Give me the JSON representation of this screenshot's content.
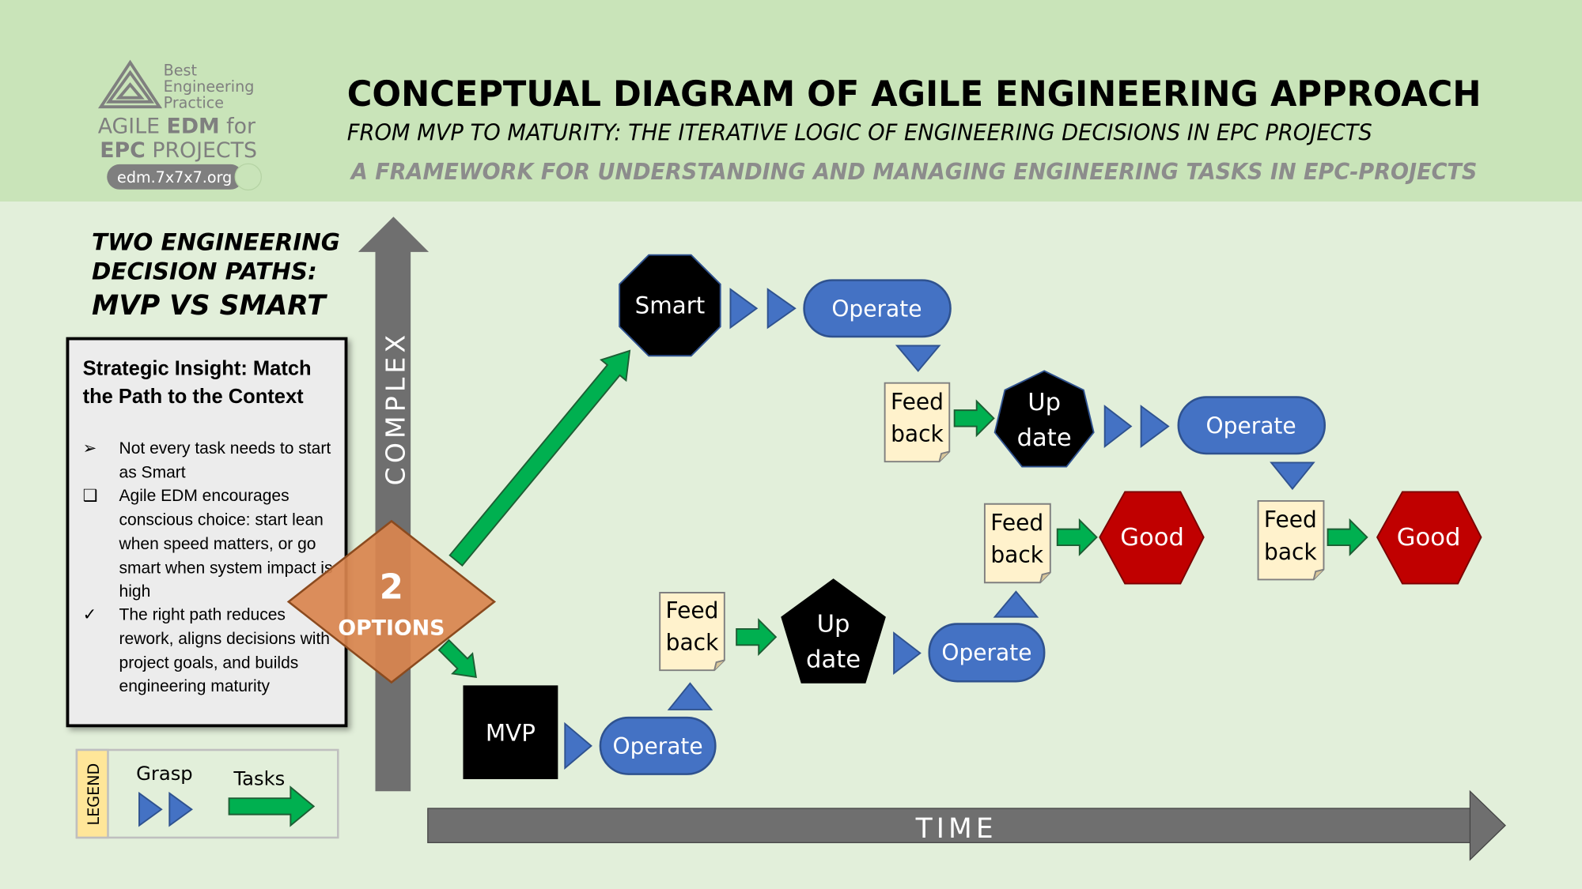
{
  "logo": {
    "line1": "Best",
    "line2": "Engineering",
    "line3": "Practice",
    "agile": "AGILE ",
    "edm": "EDM",
    "for": " for",
    "epc": "EPC",
    "projects": " PROJECTS",
    "url": "edm.7x7x7.org"
  },
  "header": {
    "title": "CONCEPTUAL DIAGRAM OF AGILE ENGINEERING APPROACH",
    "subtitle": "FROM MVP TO MATURITY: THE ITERATIVE LOGIC OF ENGINEERING DECISIONS IN EPC PROJECTS",
    "tagline": "A FRAMEWORK FOR UNDERSTANDING AND MANAGING ENGINEERING TASKS IN EPC-PROJECTS"
  },
  "side": {
    "heading1": "TWO ENGINEERING",
    "heading2": "DECISION PATHS:",
    "heading3": "MVP VS SMART"
  },
  "insight": {
    "title1": "Strategic Insight: Match",
    "title2": "the Path to the Context",
    "bullets": [
      {
        "marker": "➢",
        "lines": [
          "Not every task needs to start",
          "as Smart"
        ]
      },
      {
        "marker": "❑",
        "lines": [
          "Agile EDM encourages",
          "conscious choice: start lean",
          "when speed matters, or go",
          "smart when system impact is",
          "high"
        ]
      },
      {
        "marker": "✓",
        "lines": [
          "The right path reduces",
          "rework, aligns decisions with",
          "project goals, and builds",
          "engineering maturity"
        ]
      }
    ]
  },
  "axes": {
    "vertical": "COMPLEX",
    "horizontal": "TIME"
  },
  "options": {
    "number": "2",
    "label": "OPTIONS"
  },
  "nodes": {
    "smart": "Smart",
    "mvp": "MVP",
    "operate": "Operate",
    "feed1": "Feed",
    "feed2": "back",
    "up1": "Up",
    "up2": "date",
    "good": "Good"
  },
  "legend": {
    "title": "LEGEND",
    "grasp": "Grasp",
    "tasks": "Tasks"
  },
  "colors": {
    "header_bg": "#c9e4b9",
    "body_bg": "#e2efda",
    "blue": "#4472c4",
    "green": "#00b050",
    "red": "#c00000",
    "orange": "#d9844e",
    "note": "#fff2cc",
    "axis": "#6f6f6f"
  }
}
